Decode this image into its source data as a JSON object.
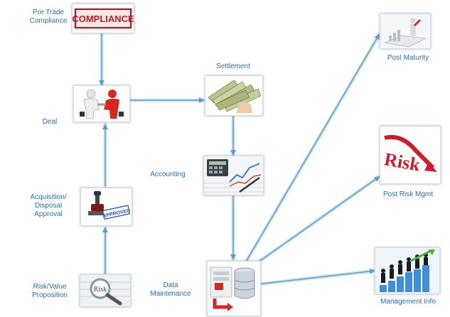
{
  "nodes": {
    "pre_trade_compliance": {
      "label_lines": [
        "Pre Trade",
        "Compliance"
      ],
      "badge_text": "COMPLIANCE",
      "icon": "compliance-stamp-icon"
    },
    "deal": {
      "label_lines": [
        "Deal"
      ],
      "icon": "handshake-icon"
    },
    "acquisition_disposal_approval": {
      "label_lines": [
        "Acquisition/",
        "Disposal",
        "Approval"
      ],
      "badge_text": "APPROVED",
      "icon": "approved-stamp-icon"
    },
    "risk_value_proposition": {
      "label_lines": [
        "Risk/Value",
        "Proposition"
      ],
      "badge_text": "Risk",
      "icon": "magnifier-risk-icon"
    },
    "settlement": {
      "label_lines": [
        "Settlement"
      ],
      "icon": "cash-stack-icon"
    },
    "accounting": {
      "label_lines": [
        "Accounting"
      ],
      "icon": "calculator-chart-icon"
    },
    "data_maintenance": {
      "label_lines": [
        "Data",
        "Maintenance"
      ],
      "icon": "database-icon"
    },
    "post_maturity": {
      "label_lines": [
        "Post Maturity"
      ],
      "icon": "figure-chart-icon"
    },
    "post_risk_mgmt": {
      "label_lines": [
        "Post Risk Mgmt"
      ],
      "badge_text": "Risk",
      "icon": "risk-arrow-icon"
    },
    "management_info": {
      "label_lines": [
        "Management Info"
      ],
      "icon": "people-growth-icon"
    }
  },
  "colors": {
    "label": "#2f6d9a",
    "arrow": "#6fa8d0",
    "arrow_glow": "#cfe3f1",
    "compliance_red": "#b0232a",
    "risk_red": "#c8202a"
  }
}
